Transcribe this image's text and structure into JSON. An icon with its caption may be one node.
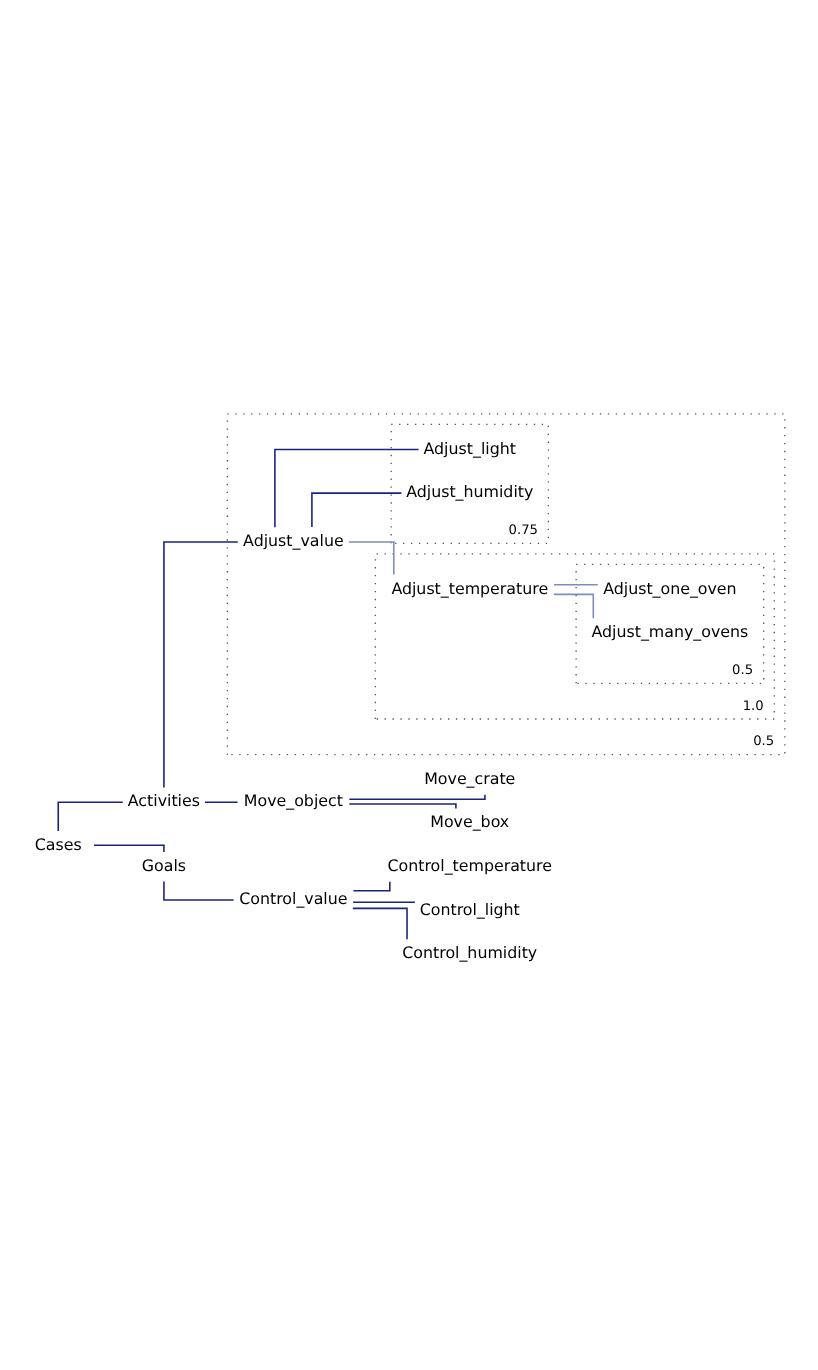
{
  "diagram": {
    "nodes": [
      {
        "text": [
          "Cases"
        ]
      },
      {
        "text": [
          "Activities"
        ]
      },
      {
        "text": [
          "0.5"
        ]
      },
      {
        "text": [
          "Adjust_value"
        ],
        "in": 2
      },
      {
        "text": [
          "1.0"
        ],
        "in": 2
      },
      {
        "text": [
          "Adjust_temperature"
        ],
        "in": 4
      },
      {
        "text": [
          "0.5"
        ],
        "in": 4
      },
      {
        "text": [
          "Adjust_one_oven"
        ],
        "in": 6
      },
      {
        "text": [
          "Adjust_many_ovens"
        ],
        "in": 6
      },
      {
        "text": [
          "0.75"
        ],
        "in": 2
      },
      {
        "text": [
          "Adjust_light"
        ],
        "in": 9
      },
      {
        "text": [
          "Adjust_humidity"
        ],
        "in": 9
      },
      {
        "text": [
          "Move_object"
        ]
      },
      {
        "text": [
          "Move_crate"
        ]
      },
      {
        "text": [
          "Move_box"
        ]
      },
      {
        "text": [
          "Goals"
        ]
      },
      {
        "text": [
          "Control_value"
        ]
      },
      {
        "text": [
          "Control_temperature"
        ]
      },
      {
        "text": [
          "Control_light"
        ]
      },
      {
        "text": [
          "Control_humidity"
        ]
      }
    ],
    "edges": [
      {
        "from": 0,
        "to": 1,
        "arrow": "none"
      },
      {
        "from": 1,
        "to": 3,
        "arrow": "none"
      },
      {
        "from": 3,
        "to": 5,
        "arrow": "none",
        "color": "#7f8cc0"
      },
      {
        "from": 5,
        "to": 7,
        "arrow": "none",
        "color": "#7f8cc0"
      },
      {
        "from": 5,
        "to": 8,
        "arrow": "none",
        "color": "#7f8cc0"
      },
      {
        "from": 3,
        "to": 10,
        "arrow": "none"
      },
      {
        "from": 3,
        "to": 11,
        "arrow": "none"
      },
      {
        "from": 1,
        "to": 12,
        "arrow": "none"
      },
      {
        "from": 12,
        "to": 13,
        "arrow": "none"
      },
      {
        "from": 12,
        "to": 14,
        "arrow": "none"
      },
      {
        "from": 0,
        "to": 15,
        "arrow": "none"
      },
      {
        "from": 15,
        "to": 16,
        "arrow": "none"
      },
      {
        "from": 16,
        "to": 17,
        "arrow": "none"
      },
      {
        "from": 16,
        "to": 18,
        "arrow": "none"
      },
      {
        "from": 16,
        "to": 19,
        "arrow": "none"
      }
    ]
  }
}
